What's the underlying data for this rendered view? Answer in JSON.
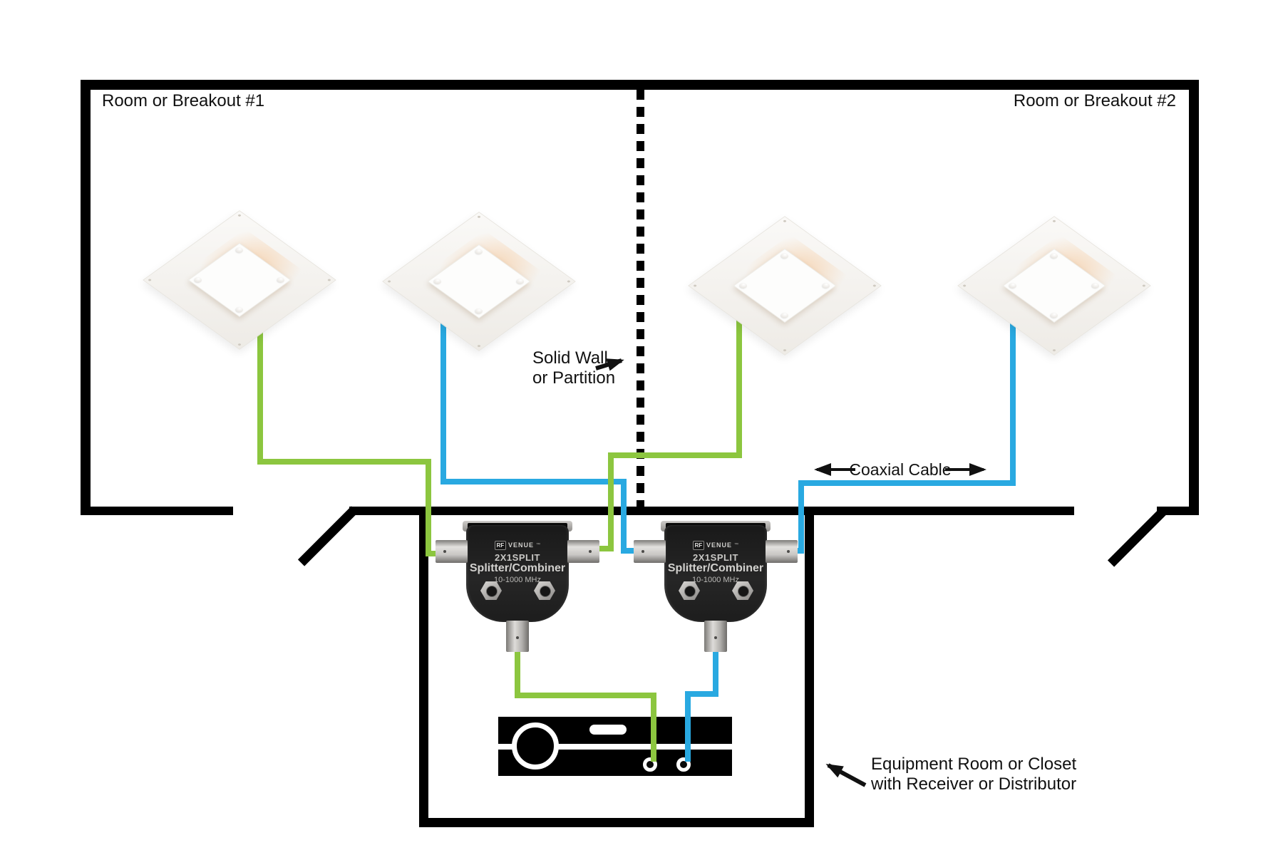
{
  "labels": {
    "room1": "Room or Breakout #1",
    "room2": "Room or Breakout #2",
    "solid_wall_line1": "Solid Wall",
    "solid_wall_line2": "or Partition",
    "coaxial": "Coaxial Cable",
    "equipment_line1": "Equipment Room or Closet",
    "equipment_line2": "with Receiver or Distributor"
  },
  "splitter": {
    "brand_rf": "RF",
    "brand_venue": "VENUE",
    "brand_tm": "™",
    "model": "2X1SPLIT",
    "name": "Splitter/Combiner",
    "range": "10-1000 MHz"
  },
  "colors": {
    "cable_green": "#8CC63F",
    "cable_blue": "#29A9E1",
    "ink": "#111111"
  }
}
